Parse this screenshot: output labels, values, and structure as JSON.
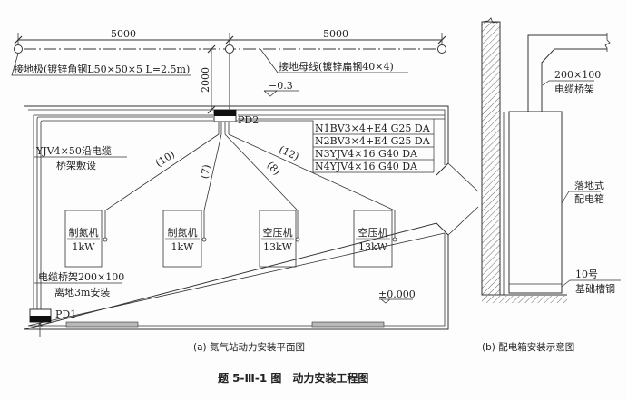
{
  "plan": {
    "dim_top_left": "5000",
    "dim_top_right": "5000",
    "dim_vertical": "2000",
    "ground_electrode_label": "接地极(镀锌角钢L50×50×5 L=2.5m)",
    "ground_bus_label": "接地母线(镀锌扁钢40×4)",
    "elevation_top": "−0.3",
    "elevation_floor": "±0.000",
    "pd2_label": "PD2",
    "pd1_label": "PD1",
    "circuits": [
      "N1BV3×4+E4 G25 DA",
      "N2BV3×4+E4 G25 DA",
      "N3YJV4×16 G40 DA",
      "N4YJV4×16 G40 DA"
    ],
    "feeder_label_line1": "YJV4×50沿电缆",
    "feeder_label_line2": "桥架敷设",
    "tray_label_line1": "电缆桥架200×100",
    "tray_label_line2": "离地3m安装",
    "run_lengths": [
      "(10)",
      "(7)",
      "(8)",
      "(12)"
    ],
    "equipment": [
      {
        "name": "制氮机",
        "power": "1kW"
      },
      {
        "name": "制氮机",
        "power": "1kW"
      },
      {
        "name": "空压机",
        "power": "13kW"
      },
      {
        "name": "空压机",
        "power": "13kW"
      }
    ],
    "caption": "(a) 氮气站动力安装平面图"
  },
  "section": {
    "tray_label_line1": "200×100",
    "tray_label_line2": "电缆桥架",
    "cabinet_label_line1": "落地式",
    "cabinet_label_line2": "配电箱",
    "channel_label_line1": "10号",
    "channel_label_line2": "基础槽钢",
    "caption": "(b) 配电箱安装示意图"
  },
  "figure_title": "题 5-Ⅲ-1 图　动力安装工程图",
  "colors": {
    "line": "#333333",
    "fill_dark": "#111111",
    "window_fill": "#b8b8b8"
  }
}
